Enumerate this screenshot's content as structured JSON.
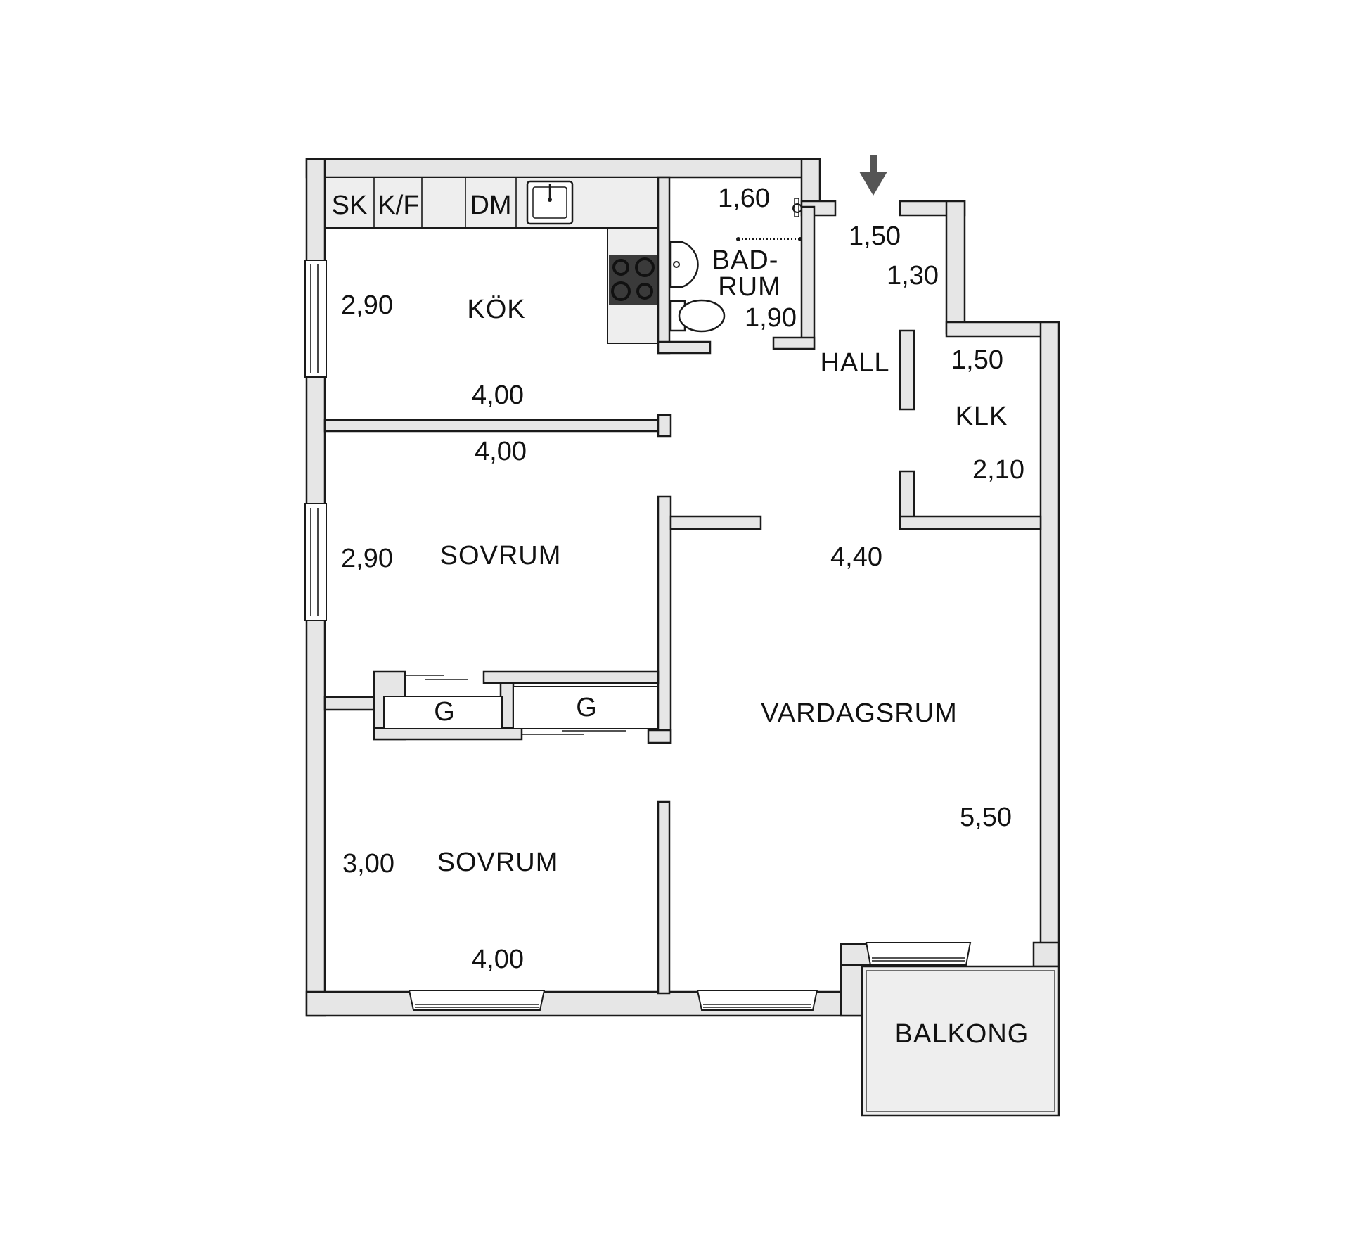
{
  "rooms": {
    "kitchen": "KÖK",
    "bathroom_line1": "BAD-",
    "bathroom_line2": "RUM",
    "hall": "HALL",
    "closet": "KLK",
    "bedroom_1": "SOVRUM",
    "bedroom_2": "SOVRUM",
    "living_room": "VARDAGSRUM",
    "balcony": "BALKONG"
  },
  "fixtures": {
    "cabinet": "SK",
    "fridge_freezer": "K/F",
    "dishwasher": "DM",
    "wardrobe_1": "G",
    "wardrobe_2": "G"
  },
  "dimensions": {
    "kitchen_depth": "2,90",
    "kitchen_width": "4,00",
    "bathroom_width": "1,60",
    "bathroom_depth": "1,90",
    "hall_width": "1,50",
    "hall_depth": "1,30",
    "closet_width": "1,50",
    "closet_depth": "2,10",
    "bedroom_1_width": "4,00",
    "bedroom_1_depth": "2,90",
    "living_width": "4,40",
    "living_depth": "5,50",
    "bedroom_2_depth": "3,00",
    "bedroom_2_width": "4,00"
  },
  "icons": {
    "entrance": "entrance-arrow-icon",
    "sink": "sink-icon",
    "stove": "stove-icon",
    "washbasin": "washbasin-icon",
    "toilet": "toilet-icon",
    "shower": "shower-icon"
  },
  "colors": {
    "wall": "#e6e6e6",
    "outline": "#1a1a1a",
    "stove": "#3a3a3a",
    "arrow": "#555555"
  }
}
